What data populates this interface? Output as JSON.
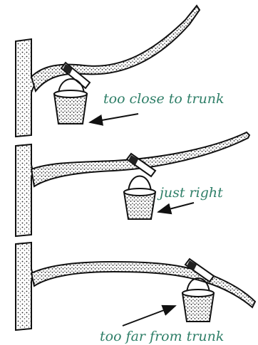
{
  "panels": [
    {
      "label": "too close to trunk"
    },
    {
      "label": "just right"
    },
    {
      "label": "too far from trunk"
    }
  ],
  "colors": {
    "label": "#2f7f68",
    "ink": "#111111"
  }
}
